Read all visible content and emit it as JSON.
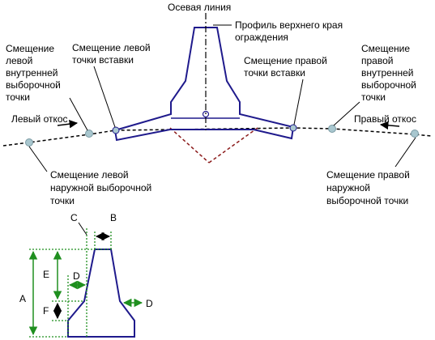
{
  "labels": {
    "centerline": "Осевая линия",
    "top_profile": [
      "Профиль верхнего края",
      "ограждения"
    ],
    "left_insert": [
      "Смещение левой",
      "точки вставки"
    ],
    "right_insert": [
      "Смещение правой",
      "точки вставки"
    ],
    "left_inner": [
      "Смещение",
      "левой",
      "внутренней",
      "выборочной",
      "точки"
    ],
    "right_inner": [
      "Смещение",
      "правой",
      "внутренней",
      "выборочной",
      "точки"
    ],
    "left_slope": "Левый откос",
    "right_slope": "Правый откос",
    "left_outer": [
      "Смещение левой",
      "наружной выборочной",
      "точки"
    ],
    "right_outer": [
      "Смещение правой",
      "наружной",
      "выборочной точки"
    ],
    "dim_a": "A",
    "dim_b": "B",
    "dim_c": "C",
    "dim_d_inner": "D",
    "dim_d_outer": "D",
    "dim_e": "E",
    "dim_f": "F"
  },
  "colors": {
    "barrier": "#1f1a8c",
    "dimension": "#1f8f1f",
    "subgrade": "#8b1a1a",
    "point_fill": "#a9c7cf",
    "text": "#000000"
  }
}
